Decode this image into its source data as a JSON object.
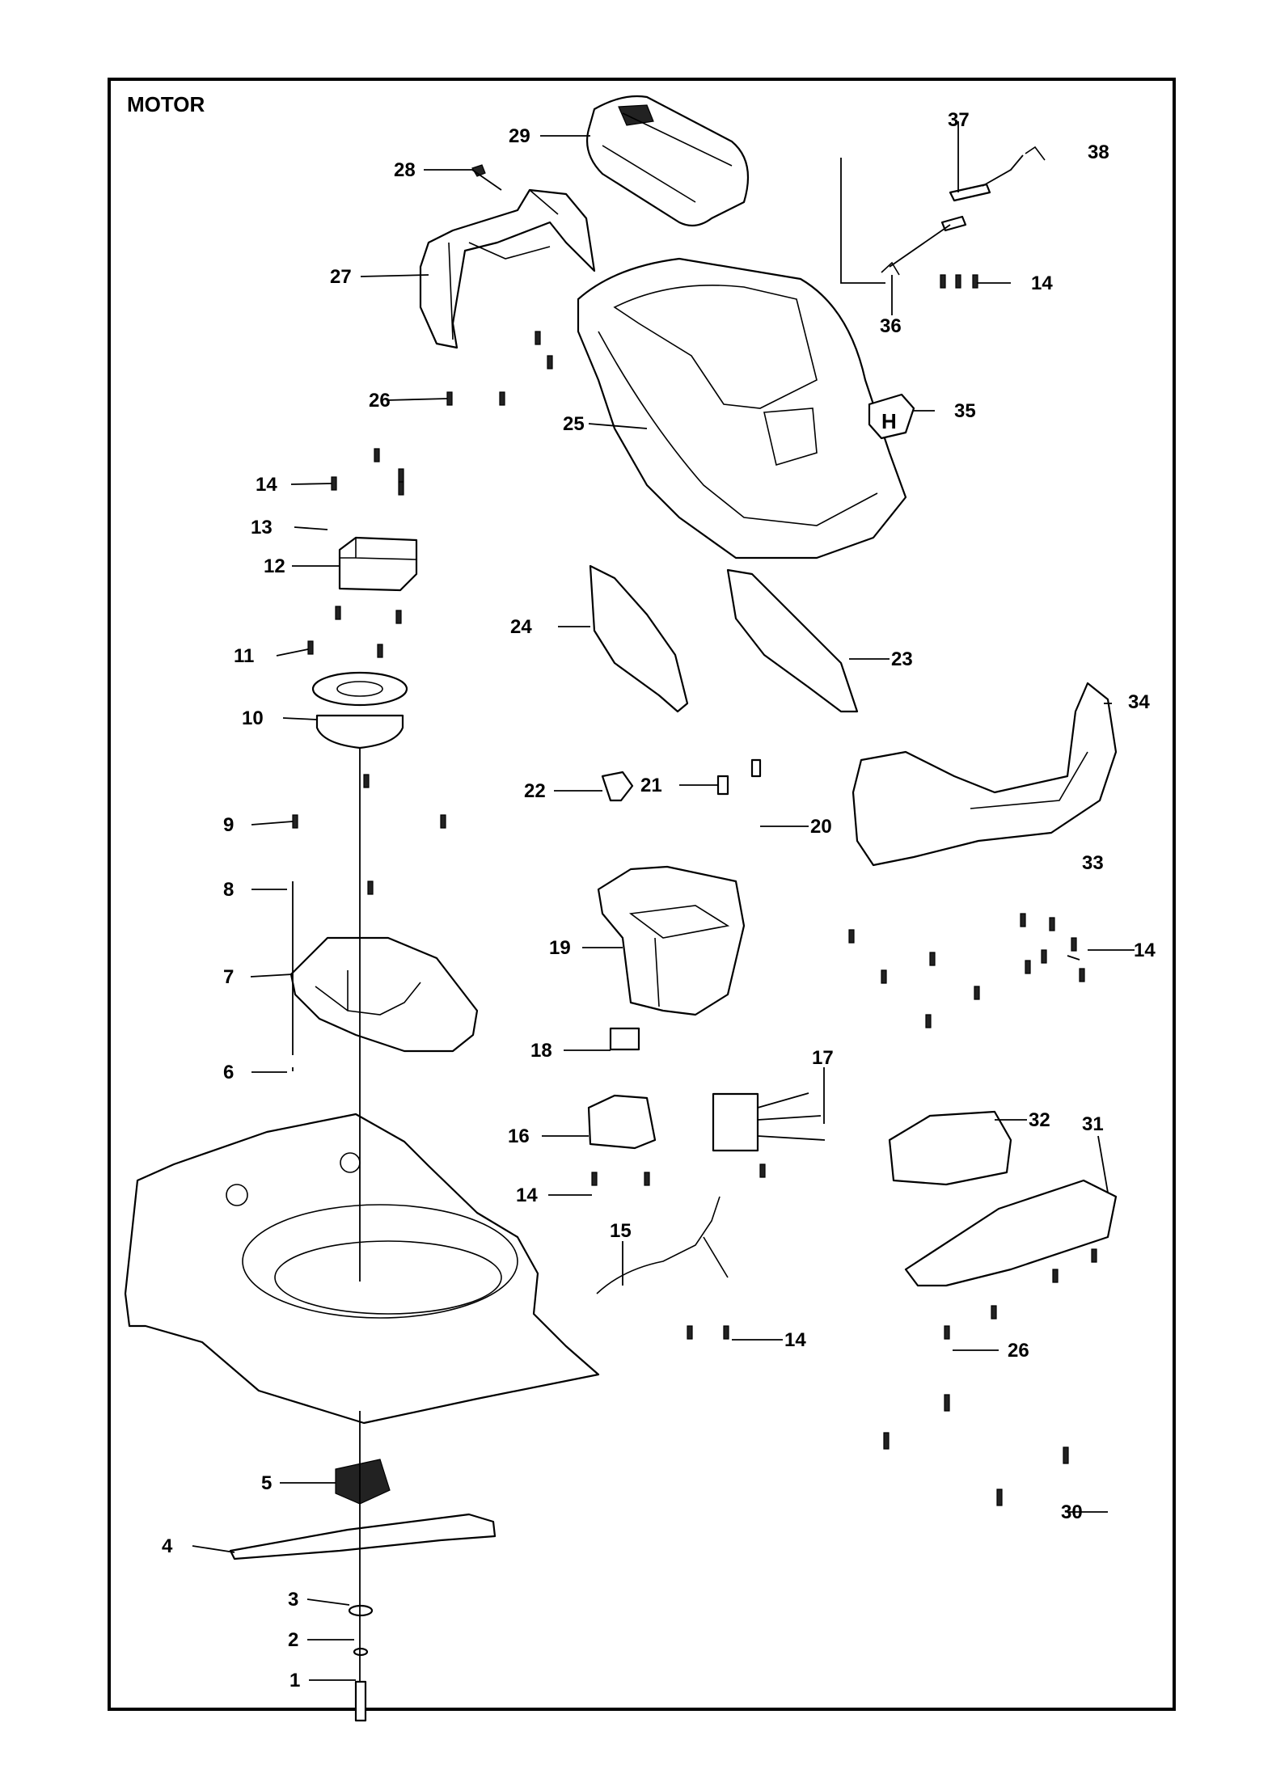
{
  "title": "MOTOR",
  "callouts": [
    {
      "id": "c1",
      "label": "1"
    },
    {
      "id": "c2",
      "label": "2"
    },
    {
      "id": "c3",
      "label": "3"
    },
    {
      "id": "c4",
      "label": "4"
    },
    {
      "id": "c5",
      "label": "5"
    },
    {
      "id": "c6",
      "label": "6"
    },
    {
      "id": "c7",
      "label": "7"
    },
    {
      "id": "c8",
      "label": "8"
    },
    {
      "id": "c9",
      "label": "9"
    },
    {
      "id": "c10",
      "label": "10"
    },
    {
      "id": "c11",
      "label": "11"
    },
    {
      "id": "c12",
      "label": "12"
    },
    {
      "id": "c13",
      "label": "13"
    },
    {
      "id": "c14a",
      "label": "14"
    },
    {
      "id": "c14b",
      "label": "14"
    },
    {
      "id": "c14c",
      "label": "14"
    },
    {
      "id": "c14d",
      "label": "14"
    },
    {
      "id": "c14e",
      "label": "14"
    },
    {
      "id": "c15",
      "label": "15"
    },
    {
      "id": "c16",
      "label": "16"
    },
    {
      "id": "c17",
      "label": "17"
    },
    {
      "id": "c18",
      "label": "18"
    },
    {
      "id": "c19",
      "label": "19"
    },
    {
      "id": "c20",
      "label": "20"
    },
    {
      "id": "c21",
      "label": "21"
    },
    {
      "id": "c22",
      "label": "22"
    },
    {
      "id": "c23",
      "label": "23"
    },
    {
      "id": "c24",
      "label": "24"
    },
    {
      "id": "c25",
      "label": "25"
    },
    {
      "id": "c26a",
      "label": "26"
    },
    {
      "id": "c26b",
      "label": "26"
    },
    {
      "id": "c27",
      "label": "27"
    },
    {
      "id": "c28",
      "label": "28"
    },
    {
      "id": "c29",
      "label": "29"
    },
    {
      "id": "c30",
      "label": "30"
    },
    {
      "id": "c31",
      "label": "31"
    },
    {
      "id": "c32",
      "label": "32"
    },
    {
      "id": "c33",
      "label": "33"
    },
    {
      "id": "c34",
      "label": "34"
    },
    {
      "id": "c35",
      "label": "35"
    },
    {
      "id": "c36",
      "label": "36"
    },
    {
      "id": "c37",
      "label": "37"
    },
    {
      "id": "c38",
      "label": "38"
    }
  ],
  "logo_text": "H"
}
